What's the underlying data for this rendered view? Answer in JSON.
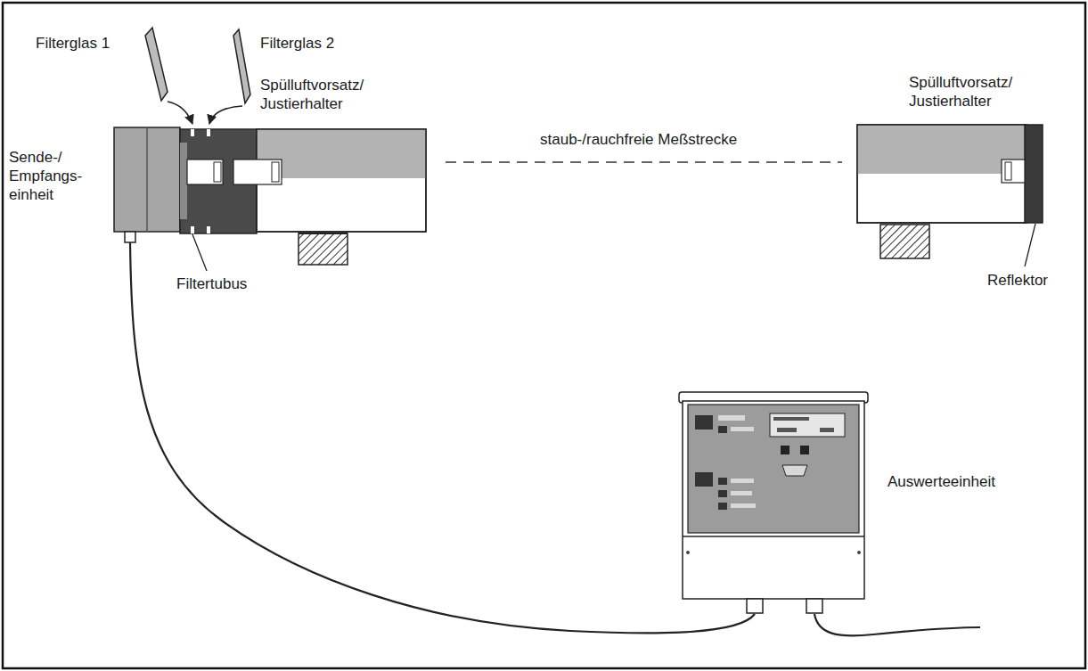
{
  "diagram": {
    "labels": [
      "Filterglas 1",
      "Filterglas 2",
      "Sende-/ Empfangs- einheit",
      "Spülluftvorsatz/ Justierhalter",
      "Filtertubus",
      "staub-/rauchfreie Meßstrecke",
      "Spülluftvorsatz/ Justierhalter",
      "Reflektor",
      "Auswerteeinheit"
    ]
  }
}
